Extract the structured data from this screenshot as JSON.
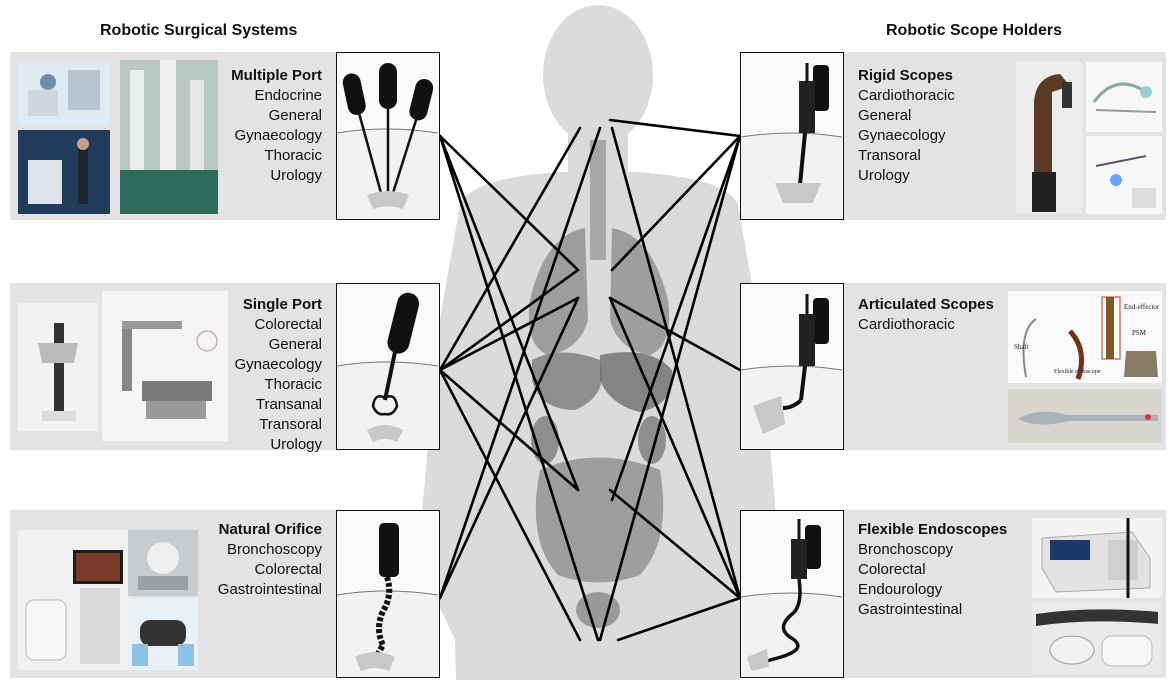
{
  "headings": {
    "left": "Robotic Surgical Systems",
    "right": "Robotic Scope Holders"
  },
  "left_panels": [
    {
      "title": "Multiple Port",
      "items": [
        "Endocrine",
        "General",
        "Gynaecology",
        "Thoracic",
        "Urology"
      ]
    },
    {
      "title": "Single Port",
      "items": [
        "Colorectal",
        "General",
        "Gynaecology",
        "Thoracic",
        "Transanal",
        "Transoral",
        "Urology"
      ]
    },
    {
      "title": "Natural Orifice",
      "items": [
        "Bronchoscopy",
        "Colorectal",
        "Gastrointestinal"
      ]
    }
  ],
  "right_panels": [
    {
      "title": "Rigid Scopes",
      "items": [
        "Cardiothoracic",
        "General",
        "Gynaecology",
        "Transoral",
        "Urology"
      ]
    },
    {
      "title": "Articulated Scopes",
      "items": [
        "Cardiothoracic"
      ]
    },
    {
      "title": "Flexible Endoscopes",
      "items": [
        "Bronchoscopy",
        "Colorectal",
        "Endourology",
        "Gastrointestinal"
      ]
    }
  ],
  "photo_labels": {
    "end_effector": "End-effector",
    "psm": "PSM",
    "shaft": "Shaft",
    "flexible_endoscope": "Flexible endoscope"
  },
  "colors": {
    "panel": "#e3e3e3",
    "silhouette": "#b9b9b9",
    "connector": "#000000"
  }
}
